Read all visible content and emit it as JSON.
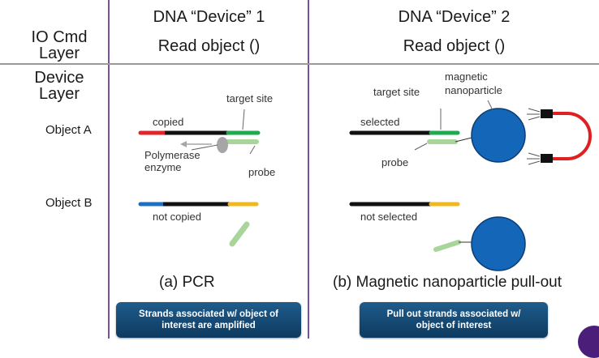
{
  "layers": {
    "io_cmd": [
      "IO Cmd",
      "Layer"
    ],
    "device": [
      "Device",
      "Layer"
    ]
  },
  "devices": [
    {
      "title": "DNA “Device” 1",
      "command": "Read object ()"
    },
    {
      "title": "DNA “Device” 2",
      "command": "Read object ()"
    }
  ],
  "objects": [
    "Object A",
    "Object B"
  ],
  "pcr": {
    "labels": {
      "target_site": "target site",
      "copied": "copied",
      "polymerase": [
        "Polymerase",
        "enzyme"
      ],
      "probe": "probe",
      "not_copied": "not copied"
    },
    "caption": "(a) PCR",
    "note": [
      "Strands associated w/ object of",
      "interest are amplified"
    ]
  },
  "magnetic": {
    "labels": {
      "target_site": "target site",
      "nanoparticle": [
        "magnetic",
        "nanoparticle"
      ],
      "selected": "selected",
      "probe": "probe",
      "not_selected": "not selected"
    },
    "caption": "(b) Magnetic nanoparticle pull-out",
    "note": [
      "Pull out strands associated w/",
      "object of interest"
    ]
  },
  "colors": {
    "divider": "#7b4fa3",
    "strand_black": "#111111",
    "strand_red": "#e4242b",
    "strand_green": "#1faa4f",
    "probe_green": "#a9d49a",
    "strand_blue": "#1f6fc0",
    "strand_yellow": "#f2b71a",
    "particle_blue": "#1466b8",
    "magnet_red": "#e02020",
    "enzyme_gray": "#a6a6a6"
  }
}
